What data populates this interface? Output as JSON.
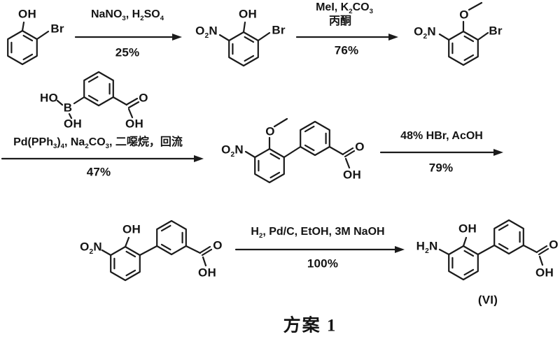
{
  "scheme": {
    "caption": "方案 1",
    "steps": [
      {
        "reagents": "NaNO3, H2SO4",
        "yield": "25%"
      },
      {
        "reagents": "MeI, K2CO3",
        "solvent": "丙酮",
        "yield": "76%"
      },
      {
        "reagents": "Pd(PPh3)4, Na2CO3, 二噁烷，回流",
        "yield": "47%"
      },
      {
        "reagents": "48% HBr, AcOH",
        "yield": "79%"
      },
      {
        "reagents": "H2, Pd/C, EtOH, 3M NaOH",
        "yield": "100%"
      }
    ],
    "molecules": {
      "m1": {
        "oh": "OH",
        "br": "Br"
      },
      "m2": {
        "no2": "O2N",
        "oh": "OH",
        "br": "Br"
      },
      "m3": {
        "no2": "O2N",
        "o": "O",
        "br": "Br"
      },
      "m4": {
        "ho": "HO",
        "b": "B",
        "b_oh": "OH",
        "carbonyl_o": "O",
        "acid_oh": "OH"
      },
      "m5": {
        "no2": "O2N",
        "o": "O",
        "carbonyl_o": "O",
        "acid_oh": "OH"
      },
      "m6": {
        "no2": "O2N",
        "oh": "OH",
        "carbonyl_o": "O",
        "acid_oh": "OH"
      },
      "m7": {
        "nh2": "H2N",
        "oh": "OH",
        "carbonyl_o": "O",
        "acid_oh": "OH",
        "tag": "(VI)"
      }
    }
  }
}
